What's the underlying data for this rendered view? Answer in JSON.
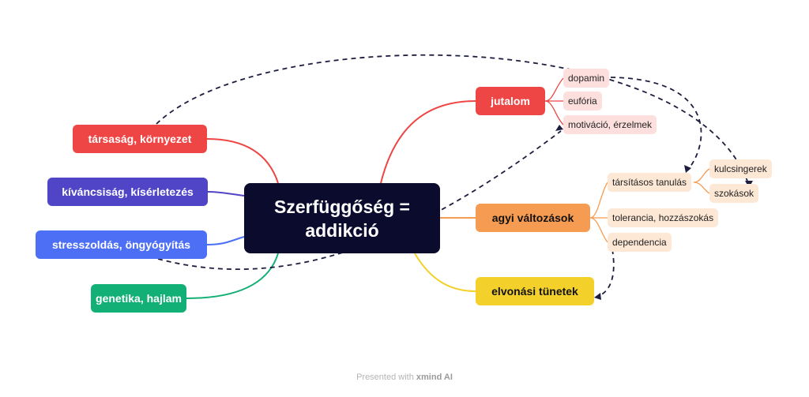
{
  "central": {
    "line1": "Szerfüggőség =",
    "line2": "addikció"
  },
  "left_branches": [
    {
      "label": "társaság, környezet",
      "color": "#ee4545"
    },
    {
      "label": "kíváncsiság, kísérletezés",
      "color": "#5145c7"
    },
    {
      "label": "stresszoldás, öngyógyítás",
      "color": "#4d6ff5"
    },
    {
      "label": "genetika, hajlam",
      "color": "#12b076"
    }
  ],
  "right_branches": [
    {
      "label": "jutalom",
      "color": "#ee4545"
    },
    {
      "label": "agyi változások",
      "color": "#f59b52"
    },
    {
      "label": "elvonási tünetek",
      "color": "#f4d12a"
    }
  ],
  "jutalom_children": [
    "dopamin",
    "eufória",
    "motiváció, érzelmek"
  ],
  "agyi_children": [
    "társításos tanulás",
    "tolerancia, hozzászokás",
    "dependencia"
  ],
  "tarsitasos_children": [
    "kulcsingerek",
    "szokások"
  ],
  "footer": {
    "prefix": "Presented with",
    "brand": "xmind AI"
  }
}
